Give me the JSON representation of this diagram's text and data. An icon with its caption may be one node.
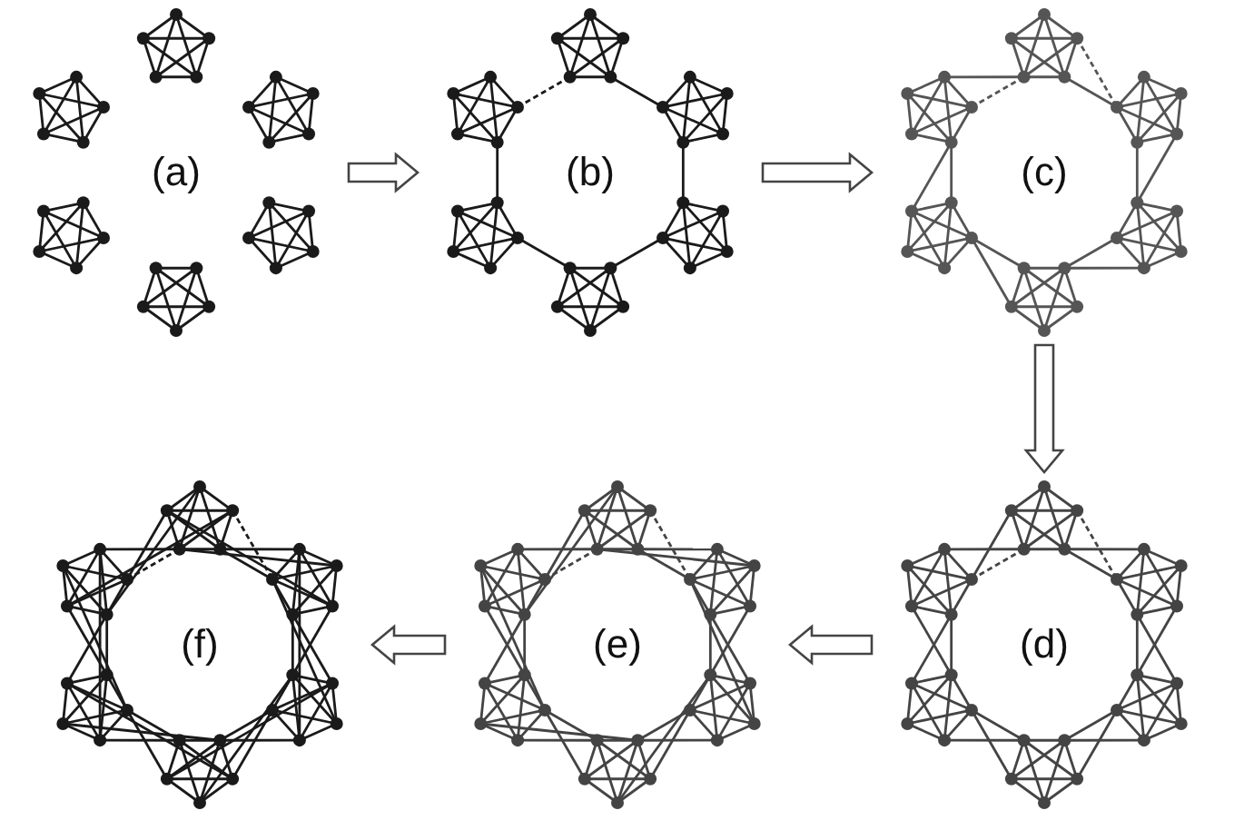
{
  "diagram": {
    "nodes": [
      {
        "text": [
          "(a)"
        ]
      },
      {
        "text": [
          "(b)"
        ]
      },
      {
        "text": [
          "(c)"
        ]
      },
      {
        "text": [
          "(d)"
        ]
      },
      {
        "text": [
          "(e)"
        ]
      },
      {
        "text": [
          "(f)"
        ]
      }
    ],
    "edges": [
      {
        "from": 0,
        "to": 1,
        "arrow": "to"
      },
      {
        "from": 1,
        "to": 2,
        "arrow": "to"
      },
      {
        "from": 2,
        "to": 3,
        "arrow": "to"
      },
      {
        "from": 3,
        "to": 4,
        "arrow": "to"
      },
      {
        "from": 4,
        "to": 5,
        "arrow": "to"
      }
    ]
  }
}
